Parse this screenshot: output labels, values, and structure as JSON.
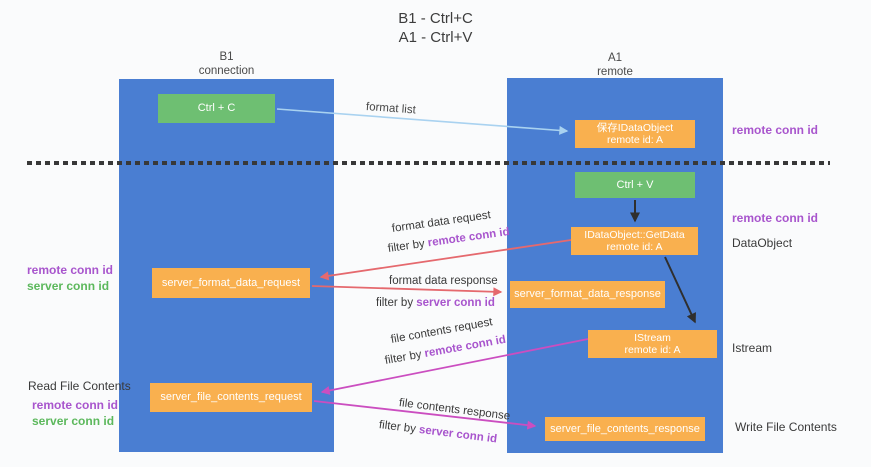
{
  "title": {
    "line1": "B1 - Ctrl+C",
    "line2": "A1 - Ctrl+V"
  },
  "lifelines": {
    "b1": {
      "name": "B1",
      "role": "connection"
    },
    "a1": {
      "name": "A1",
      "role": "remote"
    }
  },
  "boxes": {
    "ctrl_c": {
      "label": "Ctrl + C"
    },
    "ctrl_v": {
      "label": "Ctrl + V"
    },
    "save_idataobject": {
      "line1": "保存IDataObject",
      "line2": "remote id: A"
    },
    "getdata": {
      "line1": "IDataObject::GetData",
      "line2": "remote id: A"
    },
    "istream": {
      "line1": "IStream",
      "line2": "remote id: A"
    },
    "server_format_data_request": {
      "label": "server_format_data_request"
    },
    "server_format_data_response": {
      "label": "server_format_data_response"
    },
    "server_file_contents_request": {
      "label": "server_file_contents_request"
    },
    "server_file_contents_response": {
      "label": "server_file_contents_response"
    }
  },
  "flow_labels": {
    "format_list": "format list",
    "format_data_request": "format data request",
    "format_data_response": "format data response",
    "file_contents_request": "file contents request",
    "file_contents_response": "file contents response",
    "filter_by": "filter by ",
    "remote_conn_id": "remote conn id",
    "server_conn_id": "server conn id"
  },
  "side_labels": {
    "remote_conn_id": "remote conn id",
    "server_conn_id": "server conn id",
    "read_file_contents": "Read File Contents",
    "write_file_contents": "Write File Contents",
    "data_object": "DataObject",
    "istream": "Istream"
  },
  "colors": {
    "lifeline_blue": "#4a7ed2",
    "box_orange": "#f9b04f",
    "box_green": "#6ebf72",
    "arrow_light_blue": "#a9d2f0",
    "arrow_red": "#e5696e",
    "arrow_magenta": "#cb4ec0",
    "arrow_black": "#2f2f2f",
    "text_purple": "#a855cd",
    "text_green": "#5cb85c"
  }
}
